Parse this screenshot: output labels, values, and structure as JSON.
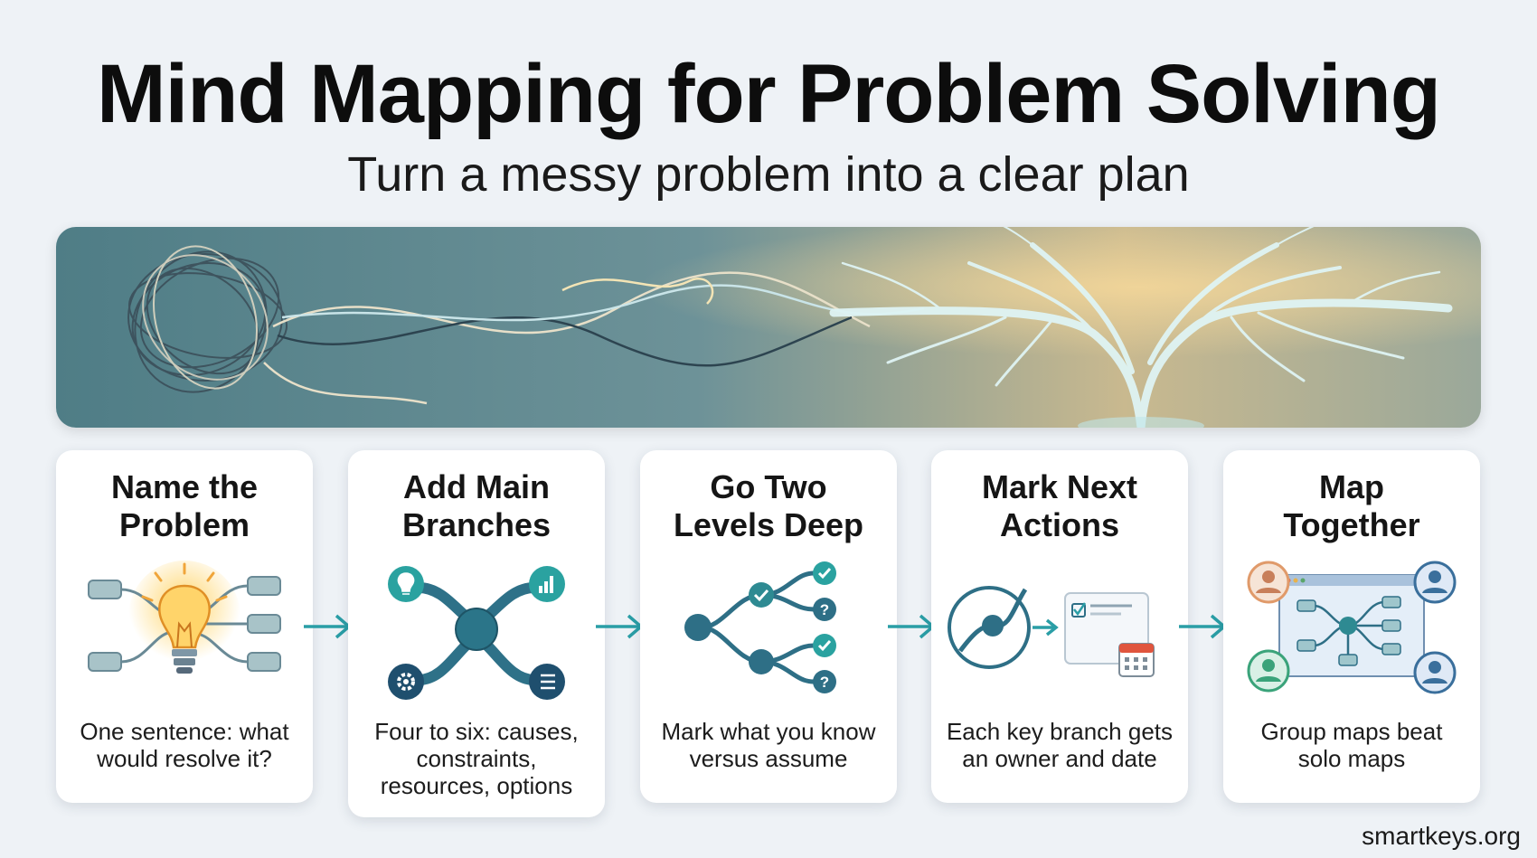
{
  "title": "Mind Mapping for Problem Solving",
  "subtitle": "Turn a messy problem into a clear plan",
  "steps": [
    {
      "title": "Name the\nProblem",
      "description": "One sentence: what\nwould resolve it?",
      "icon": "lightbulb-mindmap-icon"
    },
    {
      "title": "Add Main\nBranches",
      "description": "Four to six: causes,\nconstraints,\nresources, options",
      "icon": "branches-icon"
    },
    {
      "title": "Go Two\nLevels Deep",
      "description": "Mark what you know\nversus assume",
      "icon": "tree-levels-icon"
    },
    {
      "title": "Mark Next\nActions",
      "description": "Each key branch gets\nan owner and date",
      "icon": "next-actions-icon"
    },
    {
      "title": "Map\nTogether",
      "description": "Group maps beat\nsolo maps",
      "icon": "collaboration-icon"
    }
  ],
  "footer": "smartkeys.org",
  "colors": {
    "accent": "#2a9ea6",
    "node": "#2e6f86",
    "background": "#eef2f6"
  }
}
